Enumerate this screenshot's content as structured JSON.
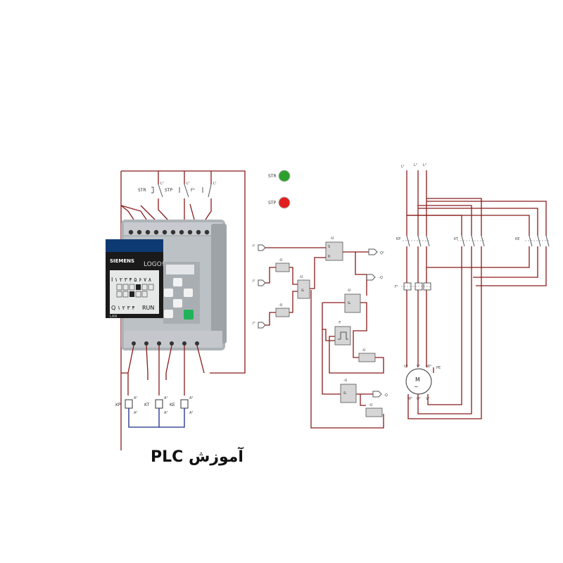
{
  "title": "آموزش PLC",
  "colors": {
    "wire": "#8a1a1a",
    "wire_blue": "#1a2a8a",
    "lamp_str": "#2ca02c",
    "lamp_stp": "#e02020",
    "plc_body": "#b9bec3",
    "plc_screen": "#e9eaea",
    "button_green": "#21b35a"
  },
  "lamps": {
    "str_label": "STR",
    "stp_label": "STP"
  },
  "plc": {
    "brand": "SIEMENS",
    "model": "LOGO!",
    "screen_line1": "I ۱ ۲ ۳ ۴ ۵ ۶ ۷ ۸",
    "screen_line3": "Q ۱ ۲ ۳ ۴",
    "screen_run": "RUN",
    "lan": "LAN"
  },
  "inputs_panel": {
    "str": "STR",
    "stp": "STP",
    "f1": "F¹",
    "l1": "L¹",
    "l1b": "L¹",
    "l1c": "L¹"
  },
  "coils": {
    "kp": "KP",
    "kt": "KT",
    "ke": "KE",
    "a1": "A¹",
    "a2": "A²"
  },
  "logic": {
    "i1": "I¹",
    "i2": "I²",
    "i3": "I³",
    "q1": "Q¹",
    "q2": "-Q",
    "q3": "-Q",
    "q_tag": "-Q",
    "u": "-U",
    "t": "-T",
    "s": "S",
    "r": "R",
    "and": "&"
  },
  "power": {
    "l1": "L¹",
    "l2": "L²",
    "l3": "L³",
    "kp": "KP",
    "kt": "KT",
    "ke": "KE",
    "f1": "F¹",
    "motor": "M",
    "pe": "PE",
    "u1": "U¹",
    "v1": "V¹",
    "w1": "W¹",
    "u2": "U²",
    "v2": "V²",
    "w2": "W²"
  }
}
